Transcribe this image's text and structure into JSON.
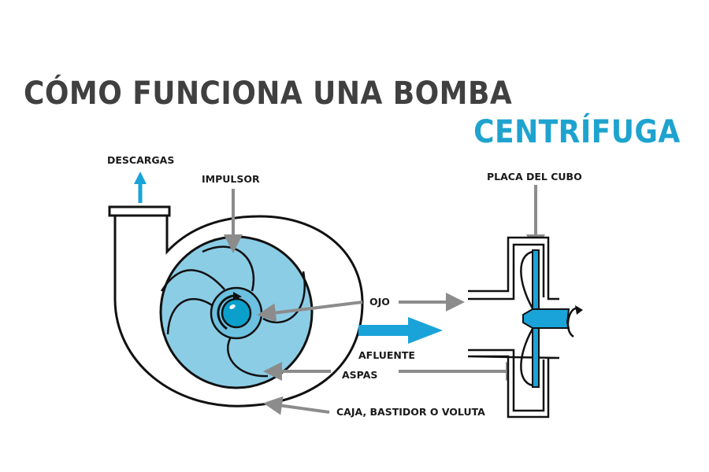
{
  "title": {
    "line1": "CÓMO FUNCIONA UNA BOMBA",
    "line2": "CENTRÍFUGA"
  },
  "labels": {
    "discharge": "DESCARGAS",
    "impeller": "IMPULSOR",
    "hub_plate": "PLACA DEL CUBO",
    "eye": "OJO",
    "inflow": "AFLUENTE",
    "vanes": "ASPAS",
    "casing": "CAJA, BASTIDOR O VOLUTA"
  },
  "colors": {
    "title_dark": "#404040",
    "title_accent": "#1ea3cf",
    "impeller_fill": "#8ccde6",
    "eye_fill": "#0ba0cc",
    "flow_arrow": "#1aa3d9",
    "pointer": "#8c8c8c",
    "outline": "#111111"
  }
}
